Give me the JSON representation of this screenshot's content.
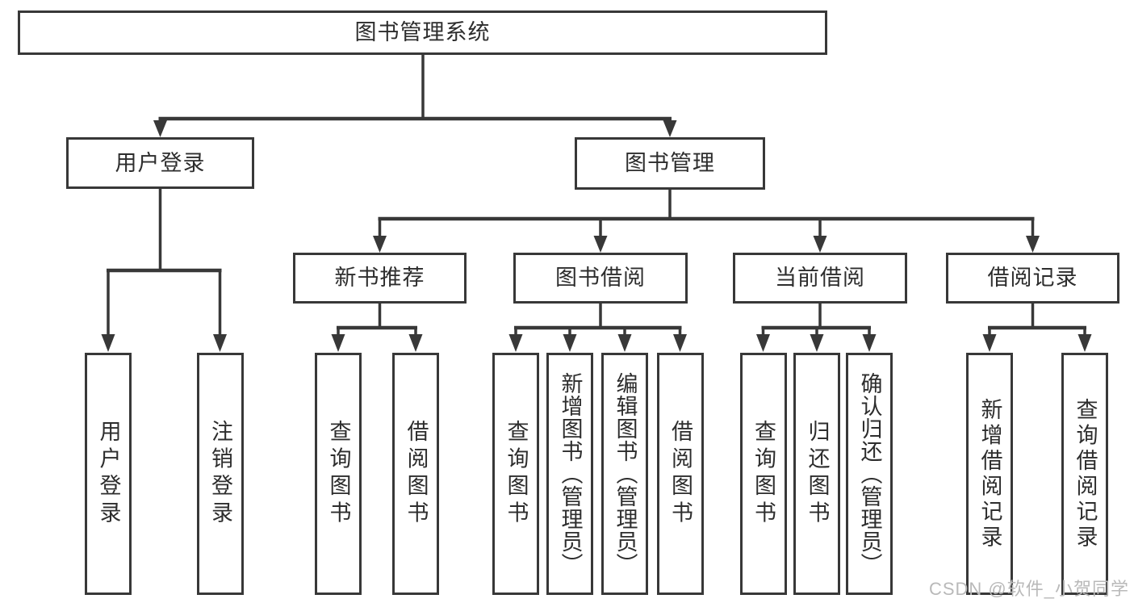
{
  "diagram_title": "图书管理系统",
  "tree": {
    "root": {
      "label": "图书管理系统"
    },
    "branches": [
      {
        "label": "用户登录",
        "children": [
          {
            "label": "用户登录"
          },
          {
            "label": "注销登录"
          }
        ]
      },
      {
        "label": "图书管理",
        "children": [
          {
            "label": "新书推荐",
            "children": [
              {
                "label": "查询图书"
              },
              {
                "label": "借阅图书"
              }
            ]
          },
          {
            "label": "图书借阅",
            "children": [
              {
                "label": "查询图书"
              },
              {
                "label": "新增图书（管理员）"
              },
              {
                "label": "编辑图书（管理员）"
              },
              {
                "label": "借阅图书"
              }
            ]
          },
          {
            "label": "当前借阅",
            "children": [
              {
                "label": "查询图书"
              },
              {
                "label": "归还图书"
              },
              {
                "label": "确认归还（管理员）"
              }
            ]
          },
          {
            "label": "借阅记录",
            "children": [
              {
                "label": "新增借阅记录"
              },
              {
                "label": "查询借阅记录"
              }
            ]
          }
        ]
      }
    ]
  },
  "watermark": {
    "text": "CSDN @软件_小贺同学"
  },
  "colors": {
    "line": "#383838",
    "box_border": "#383838",
    "box_background": "#ffffff",
    "text": "#2d2d2d",
    "watermark": "#b9b9b9",
    "page_background": "#ffffff"
  }
}
